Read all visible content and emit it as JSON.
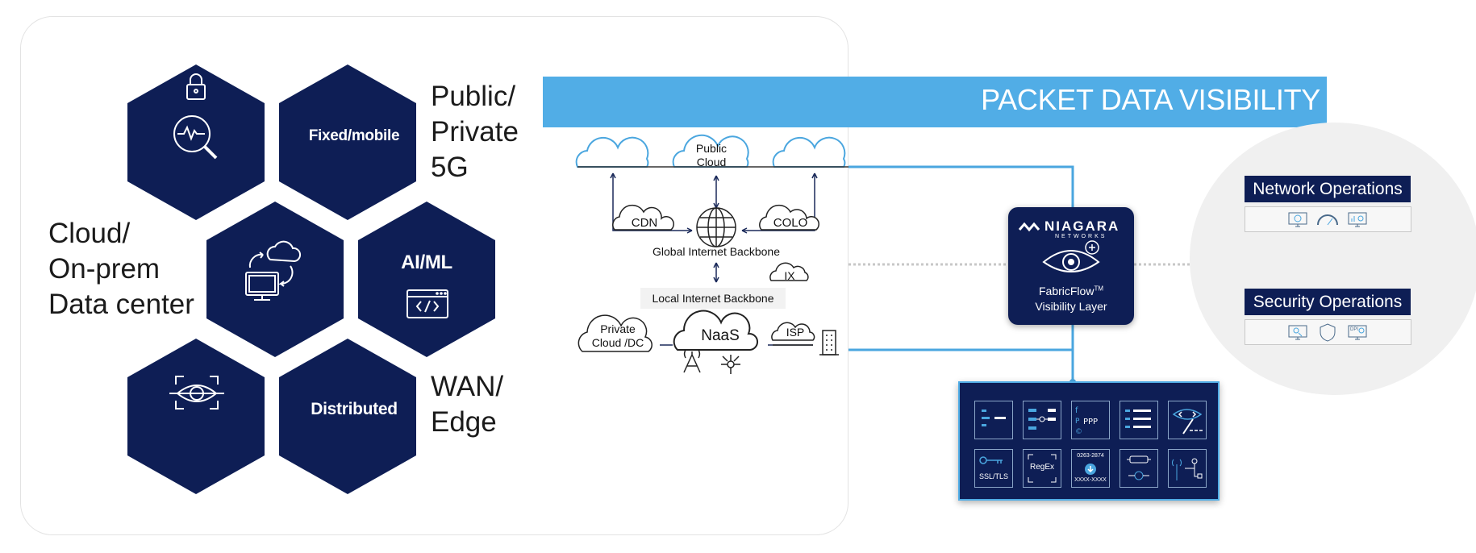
{
  "hexes": {
    "fixed_mobile": "Fixed/mobile",
    "ai_ml": "AI/ML",
    "distributed": "Distributed"
  },
  "side_labels": {
    "public_private_5g": [
      "Public/",
      "Private",
      "5G"
    ],
    "cloud_onprem": [
      "Cloud/",
      "On-prem",
      "Data center"
    ],
    "wan_edge": [
      "WAN/",
      "Edge"
    ]
  },
  "banner": {
    "title": "PACKET DATA VISIBILITY"
  },
  "network": {
    "public_cloud": [
      "Public",
      "Cloud"
    ],
    "cdn": "CDN",
    "colo": "COLO",
    "global_backbone": "Global Internet Backbone",
    "ix": "IX",
    "local_backbone": "Local Internet Backbone",
    "private_cloud": [
      "Private",
      "Cloud /DC"
    ],
    "naas": "NaaS",
    "isp": "ISP"
  },
  "niagara": {
    "brand": "NIAGARA",
    "brand_sub": "NETWORKS",
    "product": "FabricFlow",
    "tm": "TM",
    "layer": "Visibility Layer"
  },
  "ops": {
    "network": "Network Operations",
    "security": "Security Operations"
  },
  "tools": {
    "ssl_tls": "SSL/TLS",
    "regex": "RegEx",
    "card_top": "0263-2874",
    "card_bottom": "XXXX-XXXX",
    "dpi": "DPI"
  },
  "colors": {
    "navy": "#0e1e55",
    "accent_blue": "#51ade6",
    "line_blue": "#4aa6df"
  }
}
